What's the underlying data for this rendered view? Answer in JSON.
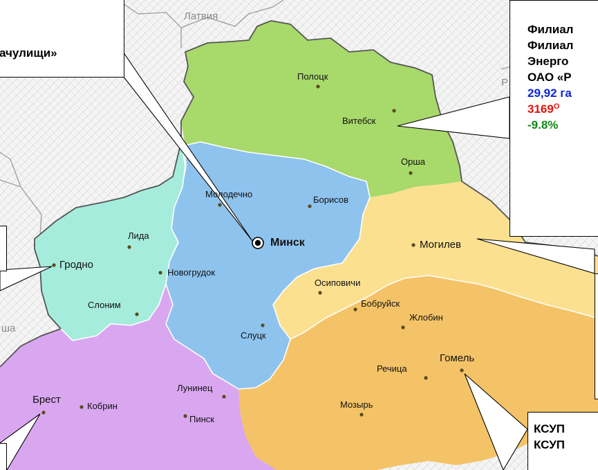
{
  "map": {
    "country_labels": {
      "latvia": "Латвия",
      "russia_fragment": "Р",
      "poland_fragment": "ша"
    },
    "capital": "Минск",
    "cities": {
      "polotsk": "Полоцк",
      "vitebsk": "Витебск",
      "orsha": "Орша",
      "molodechno": "Молодечно",
      "borisov": "Борисов",
      "mogilev": "Могилев",
      "lida": "Лида",
      "grodno": "Гродно",
      "novogrudok": "Новогрудок",
      "slonim": "Слоним",
      "osipovichi": "Осиповичи",
      "bobruisk": "Бобруйск",
      "zhlobin": "Жлобин",
      "slutsk": "Слуцк",
      "rechitsa": "Речица",
      "gomel": "Гомель",
      "luninets": "Лунинец",
      "brest": "Брест",
      "kobrin": "Кобрин",
      "pinsk": "Пинск",
      "mozyr": "Мозырь"
    },
    "region_colors": {
      "vitebsk": "#a8d96b",
      "minsk": "#8ec3ee",
      "grodno": "#a6ecdc",
      "mogilev": "#fbe08f",
      "gomel": "#f4c368",
      "brest": "#d9a7f0"
    }
  },
  "callouts": {
    "top_left": {
      "line1": "ачулищи»"
    },
    "vitebsk": {
      "line1": "Филиал",
      "line2": "Филиал",
      "line3": "Энерго",
      "line4": "ОАО «Р",
      "value_blue": "29,92 га",
      "value_red": "3169",
      "value_red_sup": "О",
      "value_green": "-9.8%"
    },
    "gomel": {
      "line1": "КСУП",
      "line2": "КСУП"
    }
  }
}
